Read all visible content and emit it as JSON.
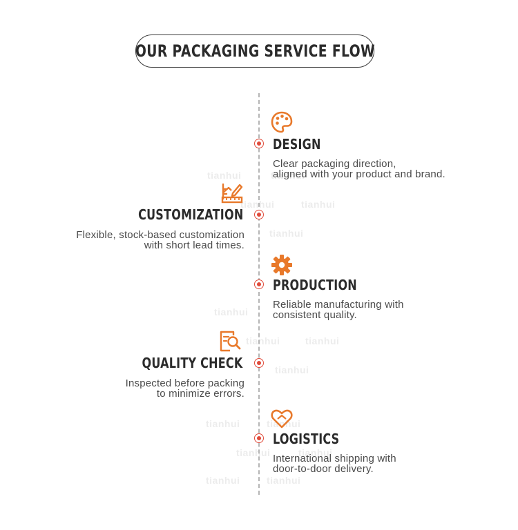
{
  "title": "OUR PACKAGING SERVICE FLOW",
  "watermark": "tianhui",
  "accent_color": "#e8792b",
  "dot_color": "#e04a3a",
  "steps": [
    {
      "title": "DESIGN",
      "icon": "palette-icon",
      "lines": [
        "Clear packaging direction,",
        "aligned with your product and brand."
      ]
    },
    {
      "title": "CUSTOMIZATION",
      "icon": "ruler-pencil-icon",
      "lines": [
        "Flexible, stock-based customization",
        "with short lead times."
      ]
    },
    {
      "title": "PRODUCTION",
      "icon": "gear-icon",
      "lines": [
        "Reliable manufacturing with",
        "consistent quality."
      ]
    },
    {
      "title": "QUALITY CHECK",
      "icon": "document-search-icon",
      "lines": [
        "Inspected before packing",
        "to minimize errors."
      ]
    },
    {
      "title": "LOGISTICS",
      "icon": "heart-icon",
      "lines": [
        "International shipping with",
        "door-to-door delivery."
      ]
    }
  ]
}
